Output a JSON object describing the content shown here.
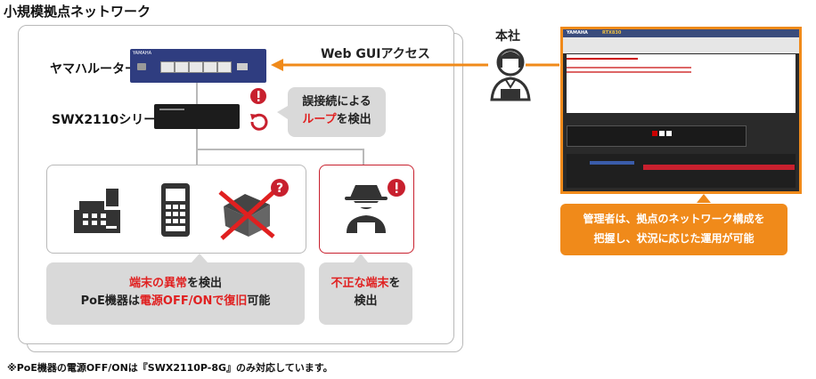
{
  "title": "小規模拠点ネットワーク",
  "devices": {
    "router_label": "ヤマハルーター",
    "switch_label": "SWX2110シリーズ",
    "router_brand": "YAMAHA"
  },
  "webgui_label": "Web GUIアクセス",
  "hq_label": "本社",
  "loop_bubble": {
    "line1": "誤接続による",
    "line2_red": "ループ",
    "line2_rest": "を検出"
  },
  "terminal_bubble": {
    "line1_red": "端末の異常",
    "line1_rest": "を検出",
    "line2_a": "PoE機器は",
    "line2_red": "電源OFF/ONで復旧",
    "line2_rest": "可能"
  },
  "illegal_bubble": {
    "line1_red": "不正な端末",
    "line1_rest": "を",
    "line2": "検出"
  },
  "admin_box": {
    "line1": "管理者は、拠点のネットワーク構成を",
    "line2": "把握し、状況に応じた運用が可能"
  },
  "footnote": "※PoE機器の電源OFF/ONは『SWX2110P-8G』のみ対応しています。",
  "screenshot": {
    "brand": "YAMAHA",
    "model": "RTX830"
  },
  "colors": {
    "arrow_orange": "#f08a1a",
    "alert_red": "#c8202e",
    "router_blue": "#2f3d80",
    "gray_fill": "#d9d9d9"
  },
  "icons": [
    "cash-register-icon",
    "payment-terminal-icon",
    "broken-box-icon",
    "hacker-icon",
    "admin-person-icon",
    "alert-icon",
    "loop-arrow-icon",
    "question-icon"
  ]
}
